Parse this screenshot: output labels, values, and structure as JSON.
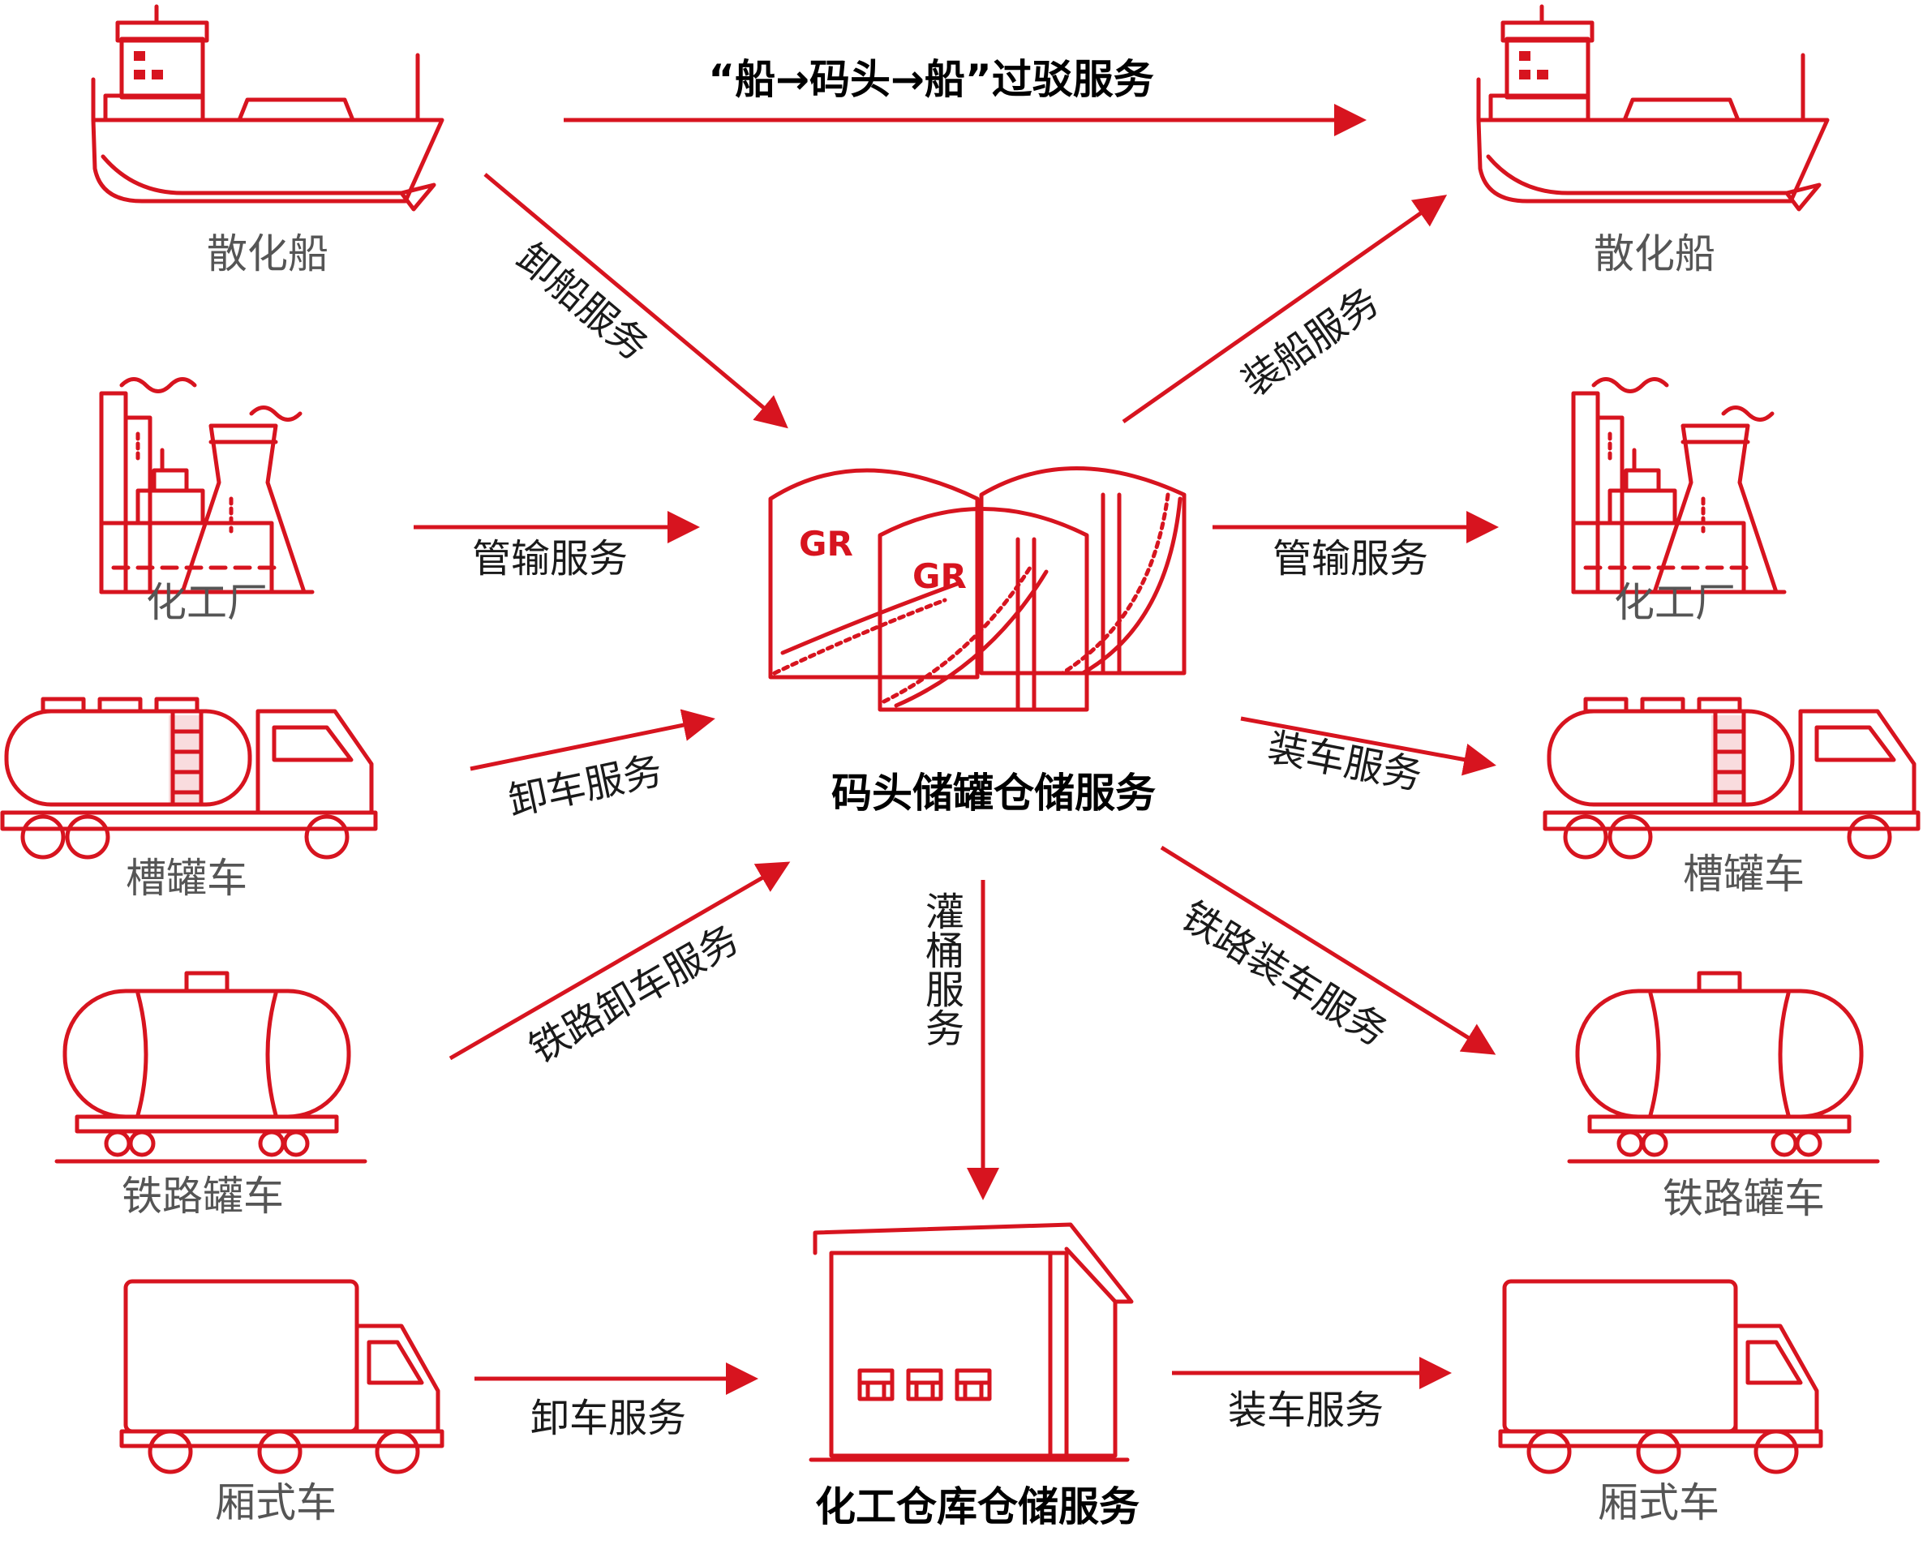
{
  "colors": {
    "accent": "#d7141f",
    "label_grey": "#555555",
    "text_dark": "#1a1a1a"
  },
  "left_nodes": {
    "ship": "散化船",
    "factory": "化工厂",
    "tanker_truck": "槽罐车",
    "rail_tanker": "铁路罐车",
    "box_truck": "厢式车"
  },
  "right_nodes": {
    "ship": "散化船",
    "factory": "化工厂",
    "tanker_truck": "槽罐车",
    "rail_tanker": "铁路罐车",
    "box_truck": "厢式车"
  },
  "hubs": {
    "tank_storage": "码头储罐仓储服务",
    "warehouse": "化工仓库仓储服务"
  },
  "services": {
    "transshipment": "“船→码头→船”过驳服务",
    "unload_ship": "卸船服务",
    "load_ship": "装船服务",
    "pipeline_in": "管输服务",
    "pipeline_out": "管输服务",
    "unload_truck": "卸车服务",
    "load_truck": "装车服务",
    "rail_unload": "铁路卸车服务",
    "rail_load": "铁路装车服务",
    "drum_filling": "灌桶服务",
    "warehouse_unload": "卸车服务",
    "warehouse_load": "装车服务"
  },
  "icons": {
    "ship": "bulk-chemical-ship-icon",
    "factory": "chemical-plant-icon",
    "tanker_truck": "tanker-truck-icon",
    "rail_tanker": "rail-tank-car-icon",
    "box_truck": "box-truck-icon",
    "tanks": "storage-tanks-icon",
    "warehouse": "warehouse-icon"
  },
  "logo_text": "GR"
}
